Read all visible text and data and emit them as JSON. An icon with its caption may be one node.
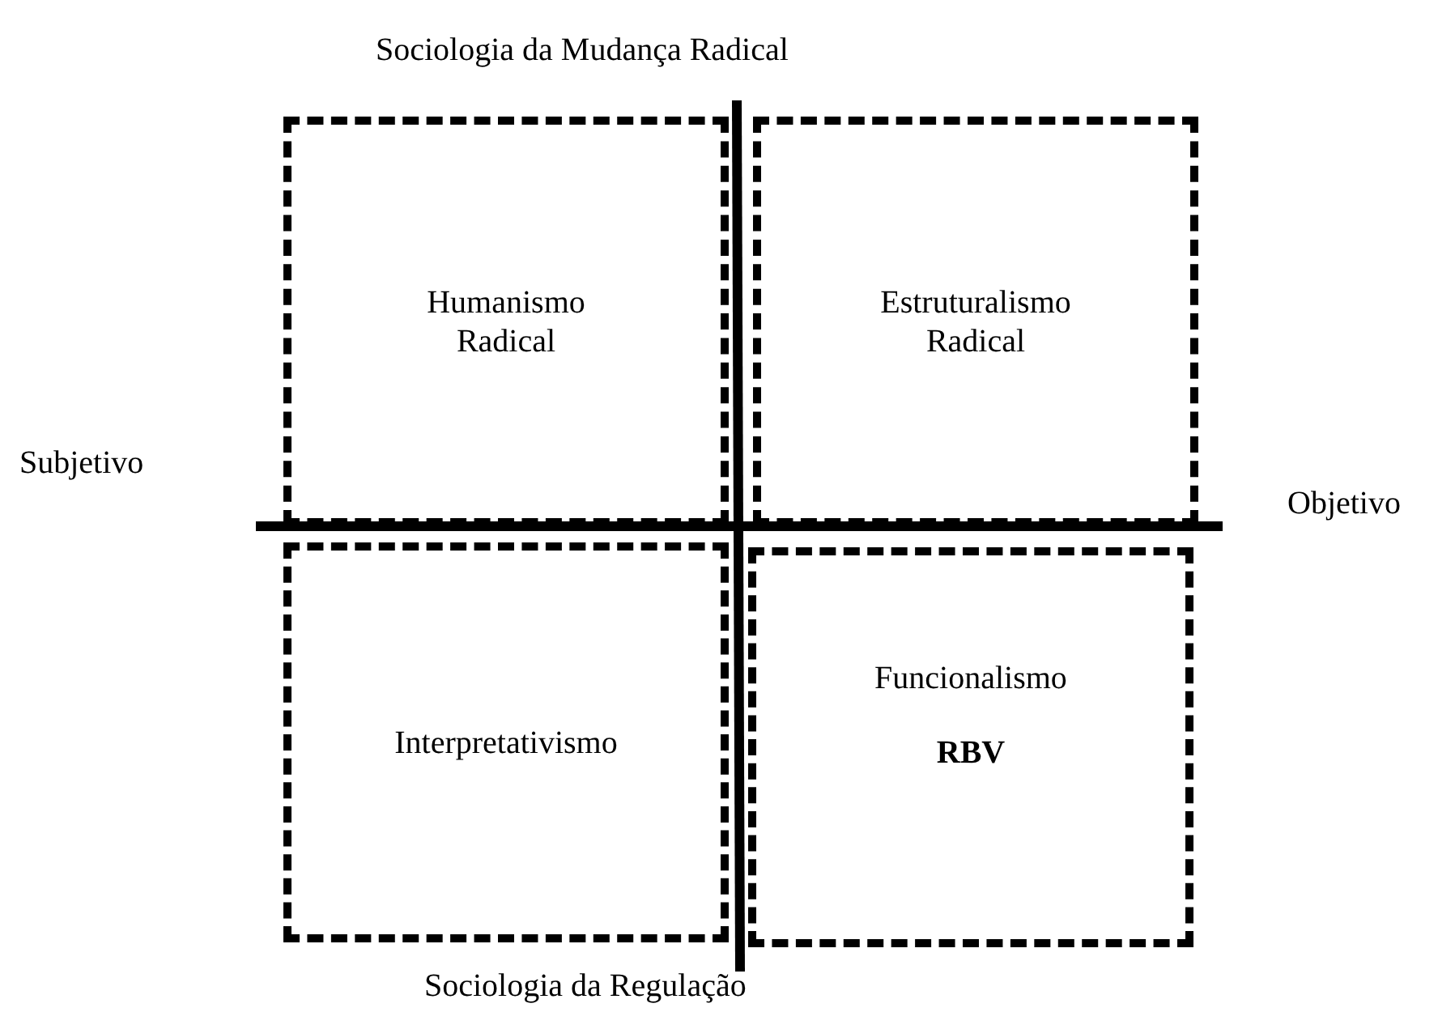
{
  "diagram": {
    "nodes": [
      {
        "text": [
          "Humanismo Radical"
        ]
      },
      {
        "text": [
          "Estruturalismo Radical"
        ]
      },
      {
        "text": [
          "Interpretativismo"
        ]
      },
      {
        "text": [
          "Funcionalismo",
          "RBV"
        ]
      }
    ],
    "labels": [
      "Sociologia da Mudança Radical",
      "Subjetivo",
      "Objetivo",
      "Sociologia da Regulação"
    ]
  }
}
